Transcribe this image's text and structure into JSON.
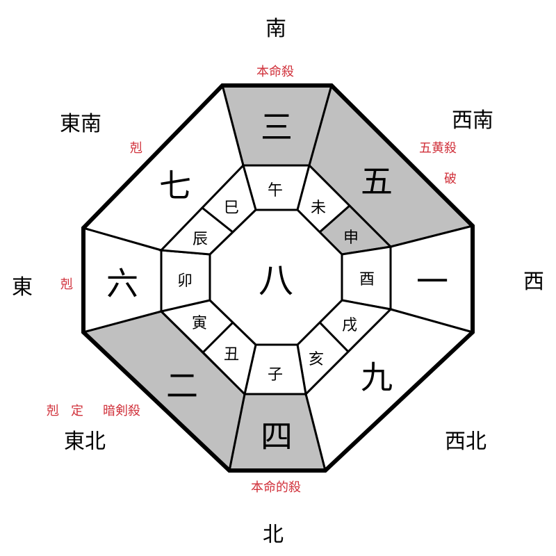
{
  "directions": {
    "south": "南",
    "southwest": "西南",
    "west": "西",
    "northwest": "西北",
    "north": "北",
    "northeast": "東北",
    "east": "東",
    "southeast": "東南"
  },
  "center_star": "八",
  "stars": {
    "south": "三",
    "southwest": "五",
    "west": "一",
    "northwest": "九",
    "north": "四",
    "northeast": "二",
    "east": "六",
    "southeast": "七"
  },
  "branches": {
    "wu": "午",
    "wei": "未",
    "shen": "申",
    "you": "酉",
    "xu": "戌",
    "hai": "亥",
    "zi": "子",
    "chou": "丑",
    "yin": "寅",
    "mao": "卯",
    "chen": "辰",
    "si": "巳"
  },
  "annotations": {
    "south": "本命殺",
    "southwest_1": "五黄殺",
    "southwest_2": "破",
    "southeast": "剋",
    "east": "剋",
    "northeast_1": "剋",
    "northeast_2": "定",
    "northeast_3": "暗剣殺",
    "north": "本命的殺"
  },
  "colors": {
    "highlight": "#c0c0c0",
    "annotation": "#d0303a",
    "line": "#000000"
  }
}
